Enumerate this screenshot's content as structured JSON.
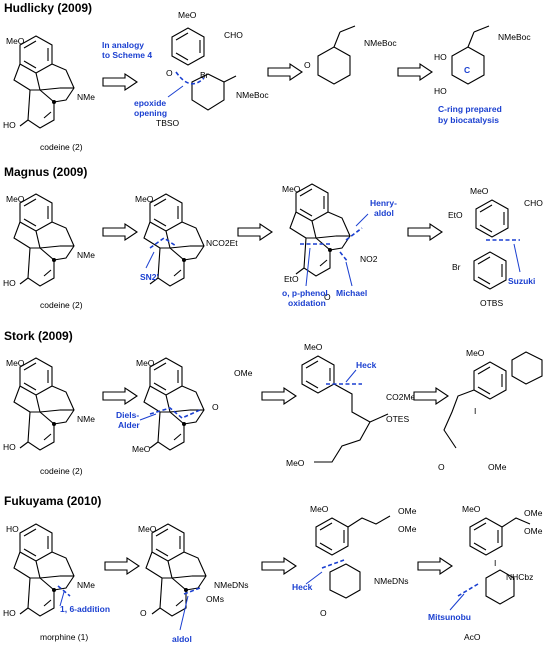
{
  "sections": [
    {
      "title": "Hudlicky (2009)",
      "start_label": "codeine (2)",
      "notes": [
        "In analogy",
        "to Scheme 4",
        "epoxide",
        "opening",
        "C-ring prepared",
        "by biocatalysis"
      ],
      "atoms": [
        "MeO",
        "HO",
        "NMe",
        "CHO",
        "Br",
        "NMeBoc",
        "TBSO",
        "O",
        "NMeBoc",
        "C",
        "HO",
        "HO",
        "NMeBoc"
      ]
    },
    {
      "title": "Magnus (2009)",
      "start_label": "codeine (2)",
      "notes": [
        "SN2'",
        "Henry-",
        "aldol",
        "o, p-phenol",
        "oxidation",
        "Michael",
        "Suzuki"
      ],
      "atoms": [
        "MeO",
        "HO",
        "NMe",
        "NCO2Et",
        "EtO",
        "NO2",
        "O",
        "CHO",
        "EtO",
        "Br",
        "OTBS",
        "MeO",
        "MeO",
        "MeO"
      ]
    },
    {
      "title": "Stork (2009)",
      "start_label": "codeine (2)",
      "notes": [
        "Diels-",
        "Alder",
        "Heck"
      ],
      "atoms": [
        "MeO",
        "HO",
        "NMe",
        "MeO",
        "OMe",
        "O",
        "MeO",
        "MeO",
        "CO2Me",
        "OTES",
        "MeO",
        "MeO",
        "I",
        "O",
        "OMe"
      ]
    },
    {
      "title": "Fukuyama (2010)",
      "start_label": "morphine (1)",
      "notes": [
        "1, 6-addition",
        "aldol",
        "Heck",
        "Mitsunobu"
      ],
      "atoms": [
        "HO",
        "HO",
        "NMe",
        "MeO",
        "NMeDNs",
        "OMs",
        "O",
        "MeO",
        "OMe",
        "OMe",
        "NMeDNs",
        "O",
        "MeO",
        "OMe",
        "OMe",
        "I",
        "NHCbz",
        "AcO"
      ]
    }
  ]
}
